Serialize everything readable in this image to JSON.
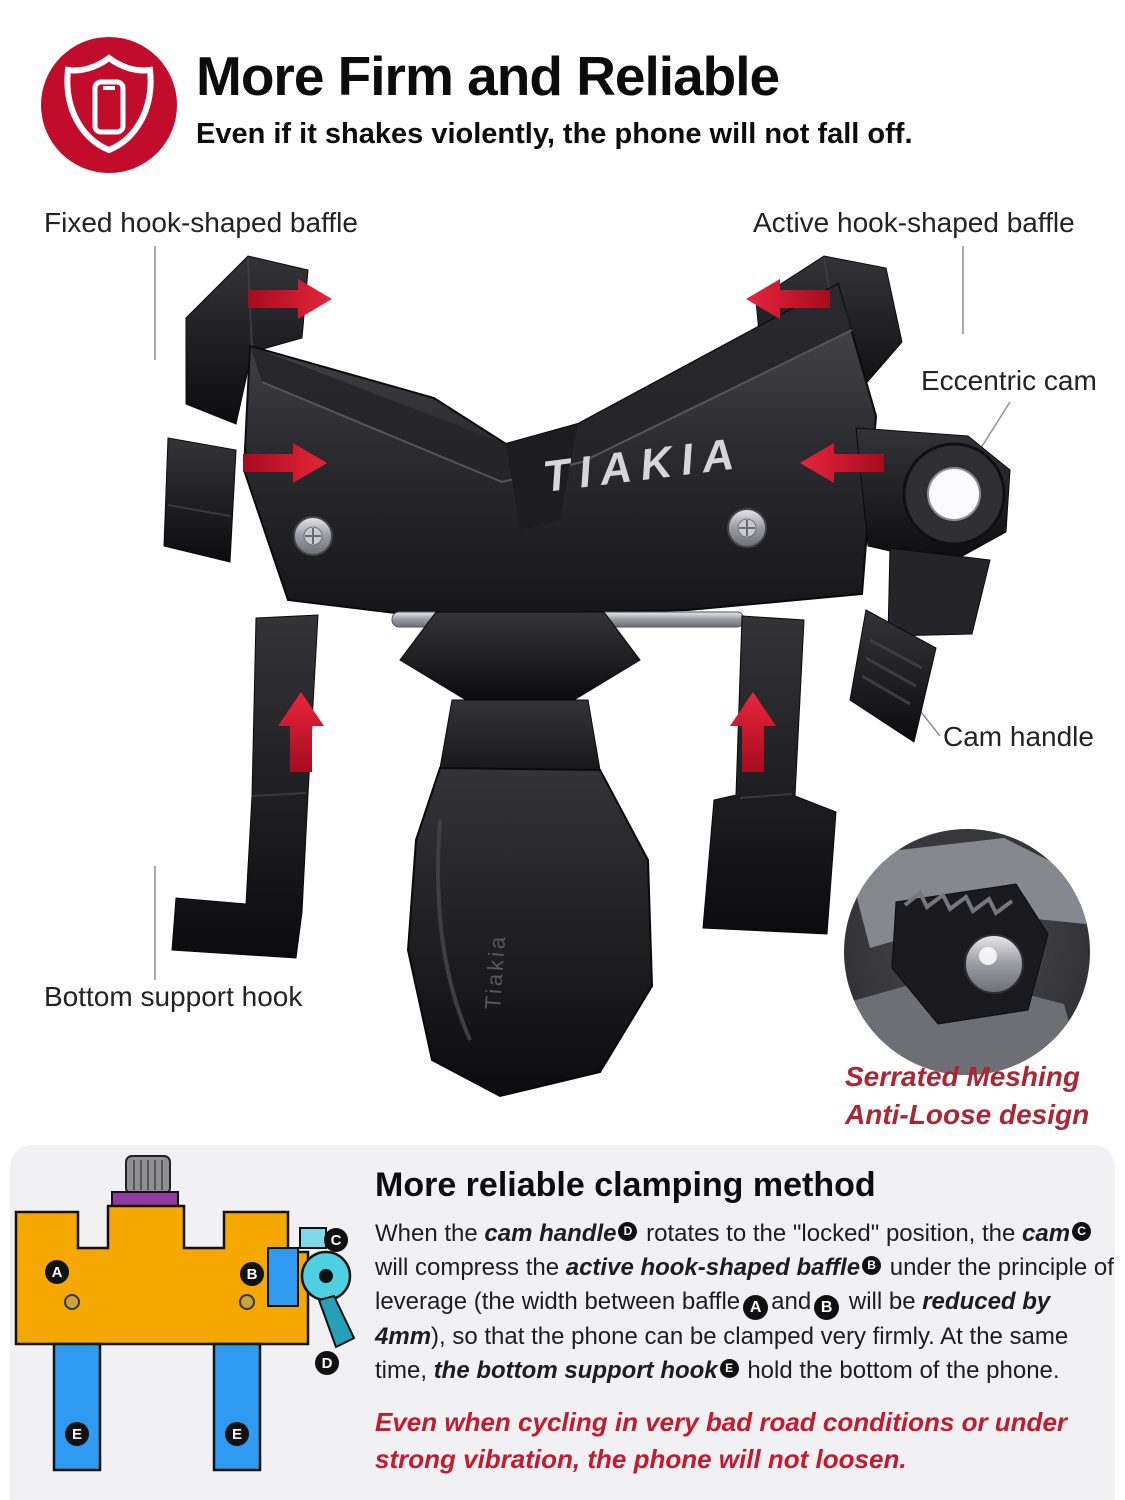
{
  "colors": {
    "accent-red": "#c20c2c",
    "caption-red": "#ad2433",
    "warning-red": "#c41a2e",
    "panel-bg": "#f1f1f3",
    "diagram-yellow": "#f5a800",
    "diagram-blue": "#2e9bf0",
    "diagram-purple": "#8e3a9e",
    "diagram-teal": "#4dd0e1"
  },
  "header": {
    "title": "More Firm and Reliable",
    "subtitle": "Even if it shakes violently, the phone will not fall off."
  },
  "product": {
    "brand": "Tiakia"
  },
  "callouts": {
    "fixed_baffle": "Fixed hook-shaped baffle",
    "active_baffle": "Active hook-shaped baffle",
    "eccentric_cam": "Eccentric cam",
    "cam_handle": "Cam handle",
    "bottom_hook": "Bottom support hook"
  },
  "inset": {
    "caption_line1": "Serrated Meshing",
    "caption_line2": "Anti-Loose design"
  },
  "clamping": {
    "heading": "More reliable clamping method",
    "paragraph": [
      {
        "text": "When the ",
        "style": ""
      },
      {
        "text": "cam handle",
        "style": "bi"
      },
      {
        "text": "D",
        "style": "sup"
      },
      {
        "text": " rotates to the \"locked\" position, the ",
        "style": ""
      },
      {
        "text": "cam",
        "style": "bi"
      },
      {
        "text": "C",
        "style": "sup"
      },
      {
        "text": " will compress the ",
        "style": ""
      },
      {
        "text": "active hook-shaped baffle",
        "style": "bi"
      },
      {
        "text": "B",
        "style": "sup"
      },
      {
        "text": " under the principle of leverage (the width between baffle",
        "style": ""
      },
      {
        "text": "A",
        "style": "badge"
      },
      {
        "text": "and",
        "style": ""
      },
      {
        "text": "B",
        "style": "badge"
      },
      {
        "text": " will be ",
        "style": ""
      },
      {
        "text": "reduced by 4mm",
        "style": "bi"
      },
      {
        "text": "), so that the phone can be clamped very firmly. At the same time, ",
        "style": ""
      },
      {
        "text": "the bottom support hook",
        "style": "bi"
      },
      {
        "text": "E",
        "style": "sup"
      },
      {
        "text": " hold the bottom of the phone.",
        "style": ""
      }
    ],
    "warning": "Even when cycling in very bad road conditions or under strong vibration, the phone will not loosen."
  },
  "diagram": {
    "label_a": "A",
    "label_b": "B",
    "label_c": "C",
    "label_d": "D",
    "label_e": "E"
  }
}
